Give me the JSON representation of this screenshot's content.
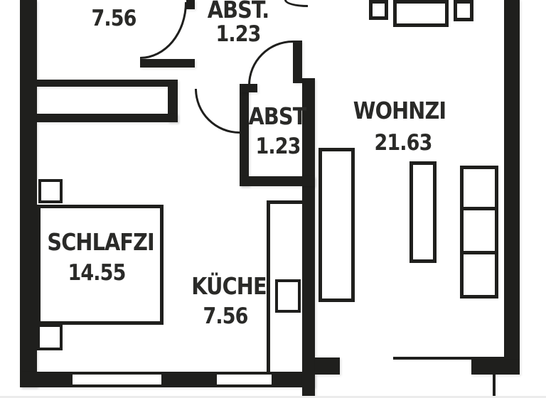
{
  "colors": {
    "wall": "#1f1f1d",
    "background": "#ffffff",
    "text": "#2a2a28"
  },
  "rooms": [
    {
      "name": "flur-partial",
      "label": "",
      "area": "7.56"
    },
    {
      "name": "abst-top",
      "label": "ABST.",
      "area": "1.23"
    },
    {
      "name": "abst-middle",
      "label": "ABST",
      "area": "1.23"
    },
    {
      "name": "wohnzimmer",
      "label": "WOHNZI",
      "area": "21.63"
    },
    {
      "name": "schlafzimmer",
      "label": "SCHLAFZI",
      "area": "14.55"
    },
    {
      "name": "kueche",
      "label": "KÜCHE",
      "area": "7.56"
    }
  ]
}
